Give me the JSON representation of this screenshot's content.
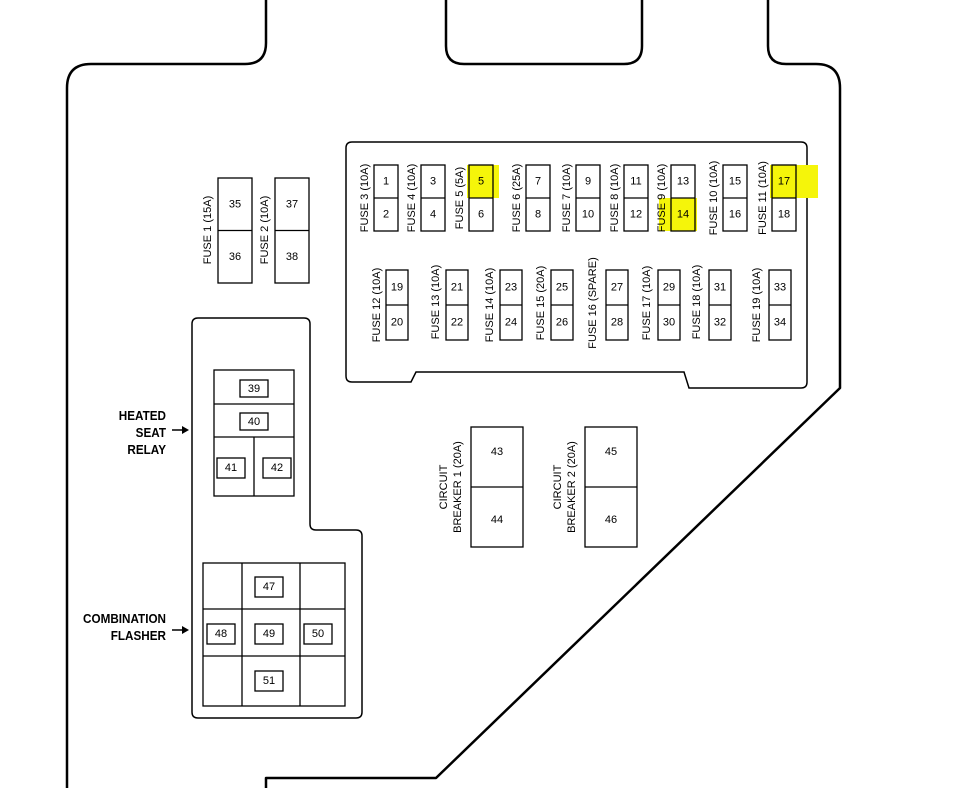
{
  "colors": {
    "line": "#000000",
    "highlight": "#f5f50a",
    "background": "#ffffff"
  },
  "fuses": {
    "top_row": [
      {
        "label": "FUSE 3 (10A)",
        "a": "1",
        "b": "2"
      },
      {
        "label": "FUSE 4 (10A)",
        "a": "3",
        "b": "4"
      },
      {
        "label": "FUSE 5 (5A)",
        "a": "5",
        "b": "6",
        "highlight_a": true
      },
      {
        "label": "FUSE 6 (25A)",
        "a": "7",
        "b": "8"
      },
      {
        "label": "FUSE 7 (10A)",
        "a": "9",
        "b": "10"
      },
      {
        "label": "FUSE 8 (10A)",
        "a": "11",
        "b": "12"
      },
      {
        "label": "FUSE 9 (10A)",
        "a": "13",
        "b": "14",
        "highlight_b": true
      },
      {
        "label": "FUSE 10 (10A)",
        "a": "15",
        "b": "16"
      },
      {
        "label": "FUSE 11 (10A)",
        "a": "17",
        "b": "18",
        "highlight_a": true
      }
    ],
    "bottom_row": [
      {
        "label": "FUSE 12 (10A)",
        "a": "19",
        "b": "20"
      },
      {
        "label": "FUSE 13 (10A)",
        "a": "21",
        "b": "22"
      },
      {
        "label": "FUSE 14 (10A)",
        "a": "23",
        "b": "24"
      },
      {
        "label": "FUSE 15 (20A)",
        "a": "25",
        "b": "26"
      },
      {
        "label": "FUSE 16 (SPARE)",
        "a": "27",
        "b": "28"
      },
      {
        "label": "FUSE 17 (10A)",
        "a": "29",
        "b": "30"
      },
      {
        "label": "FUSE 18 (10A)",
        "a": "31",
        "b": "32"
      },
      {
        "label": "FUSE 19 (10A)",
        "a": "33",
        "b": "34"
      }
    ],
    "left_pair": [
      {
        "label": "FUSE 1 (15A)",
        "a": "35",
        "b": "36"
      },
      {
        "label": "FUSE 2 (10A)",
        "a": "37",
        "b": "38"
      }
    ]
  },
  "breakers": [
    {
      "label_line1": "CIRCUIT",
      "label_line2": "BREAKER 1 (20A)",
      "a": "43",
      "b": "44"
    },
    {
      "label_line1": "CIRCUIT",
      "label_line2": "BREAKER 2 (20A)",
      "a": "45",
      "b": "46"
    }
  ],
  "heated_seat_relay": {
    "label_lines": [
      "HEATED",
      "SEAT",
      "RELAY"
    ],
    "cells": [
      "39",
      "40",
      "41",
      "42"
    ]
  },
  "combination_flasher": {
    "label_lines": [
      "COMBINATION",
      "FLASHER"
    ],
    "cells": [
      "47",
      "48",
      "49",
      "50",
      "51"
    ]
  }
}
